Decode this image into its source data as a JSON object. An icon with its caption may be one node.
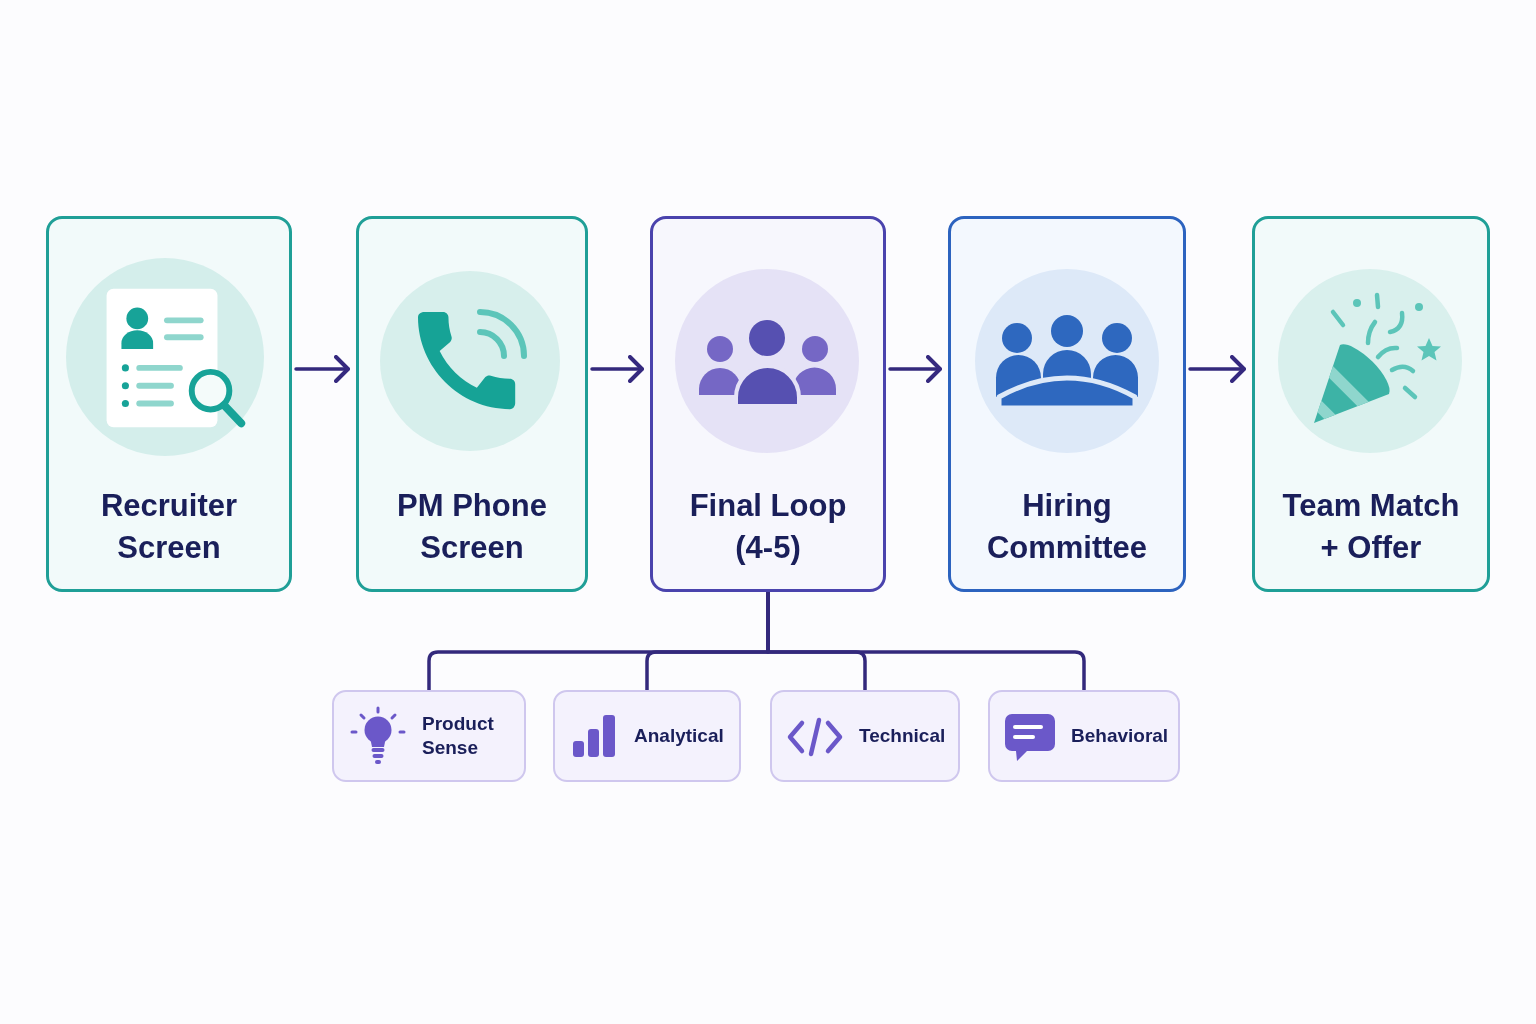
{
  "diagram": {
    "nodes": [
      {
        "text": [
          "Recruiter Screen"
        ]
      },
      {
        "text": [
          "PM Phone Screen"
        ]
      },
      {
        "text": [
          "Final Loop (4-5)"
        ]
      },
      {
        "text": [
          "Hiring Committee"
        ]
      },
      {
        "text": [
          "Team Match + Offer"
        ]
      },
      {
        "text": [
          "Product Sense"
        ]
      },
      {
        "text": [
          "Analytical"
        ]
      },
      {
        "text": [
          "Technical"
        ]
      },
      {
        "text": [
          "Behavioral"
        ]
      }
    ],
    "edges": [
      {
        "from": 0,
        "to": 1,
        "arrow": "to"
      },
      {
        "from": 1,
        "to": 2,
        "arrow": "to"
      },
      {
        "from": 2,
        "to": 3,
        "arrow": "to"
      },
      {
        "from": 3,
        "to": 4,
        "arrow": "to"
      },
      {
        "from": 2,
        "to": 5,
        "arrow": "none"
      },
      {
        "from": 2,
        "to": 6,
        "arrow": "none"
      },
      {
        "from": 2,
        "to": 7,
        "arrow": "none"
      },
      {
        "from": 2,
        "to": 8,
        "arrow": "none"
      }
    ]
  }
}
